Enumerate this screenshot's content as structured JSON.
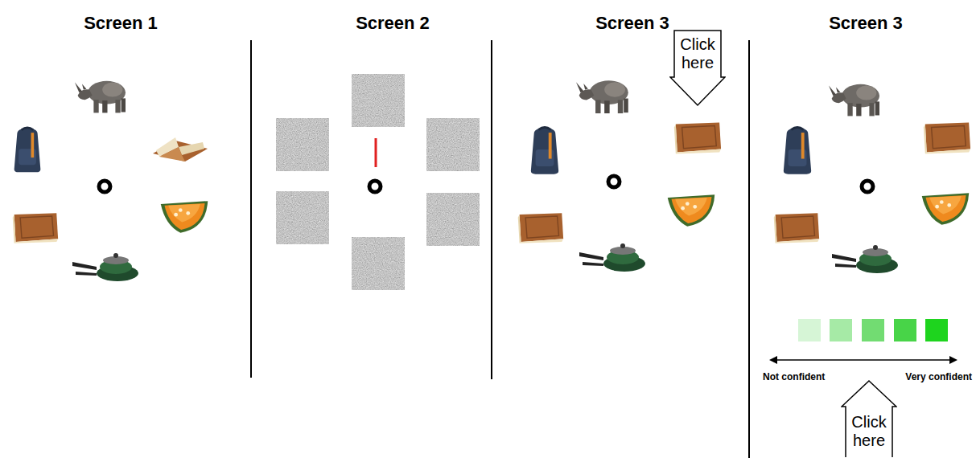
{
  "diagram": {
    "nodes": [
      {
        "text": [
          "Click here"
        ]
      },
      {
        "text": [
          "Click here"
        ]
      }
    ],
    "labels": [
      "Screen 1",
      "Screen 2",
      "Screen 3",
      "Screen 3",
      "Not confident",
      "Very confident"
    ]
  }
}
